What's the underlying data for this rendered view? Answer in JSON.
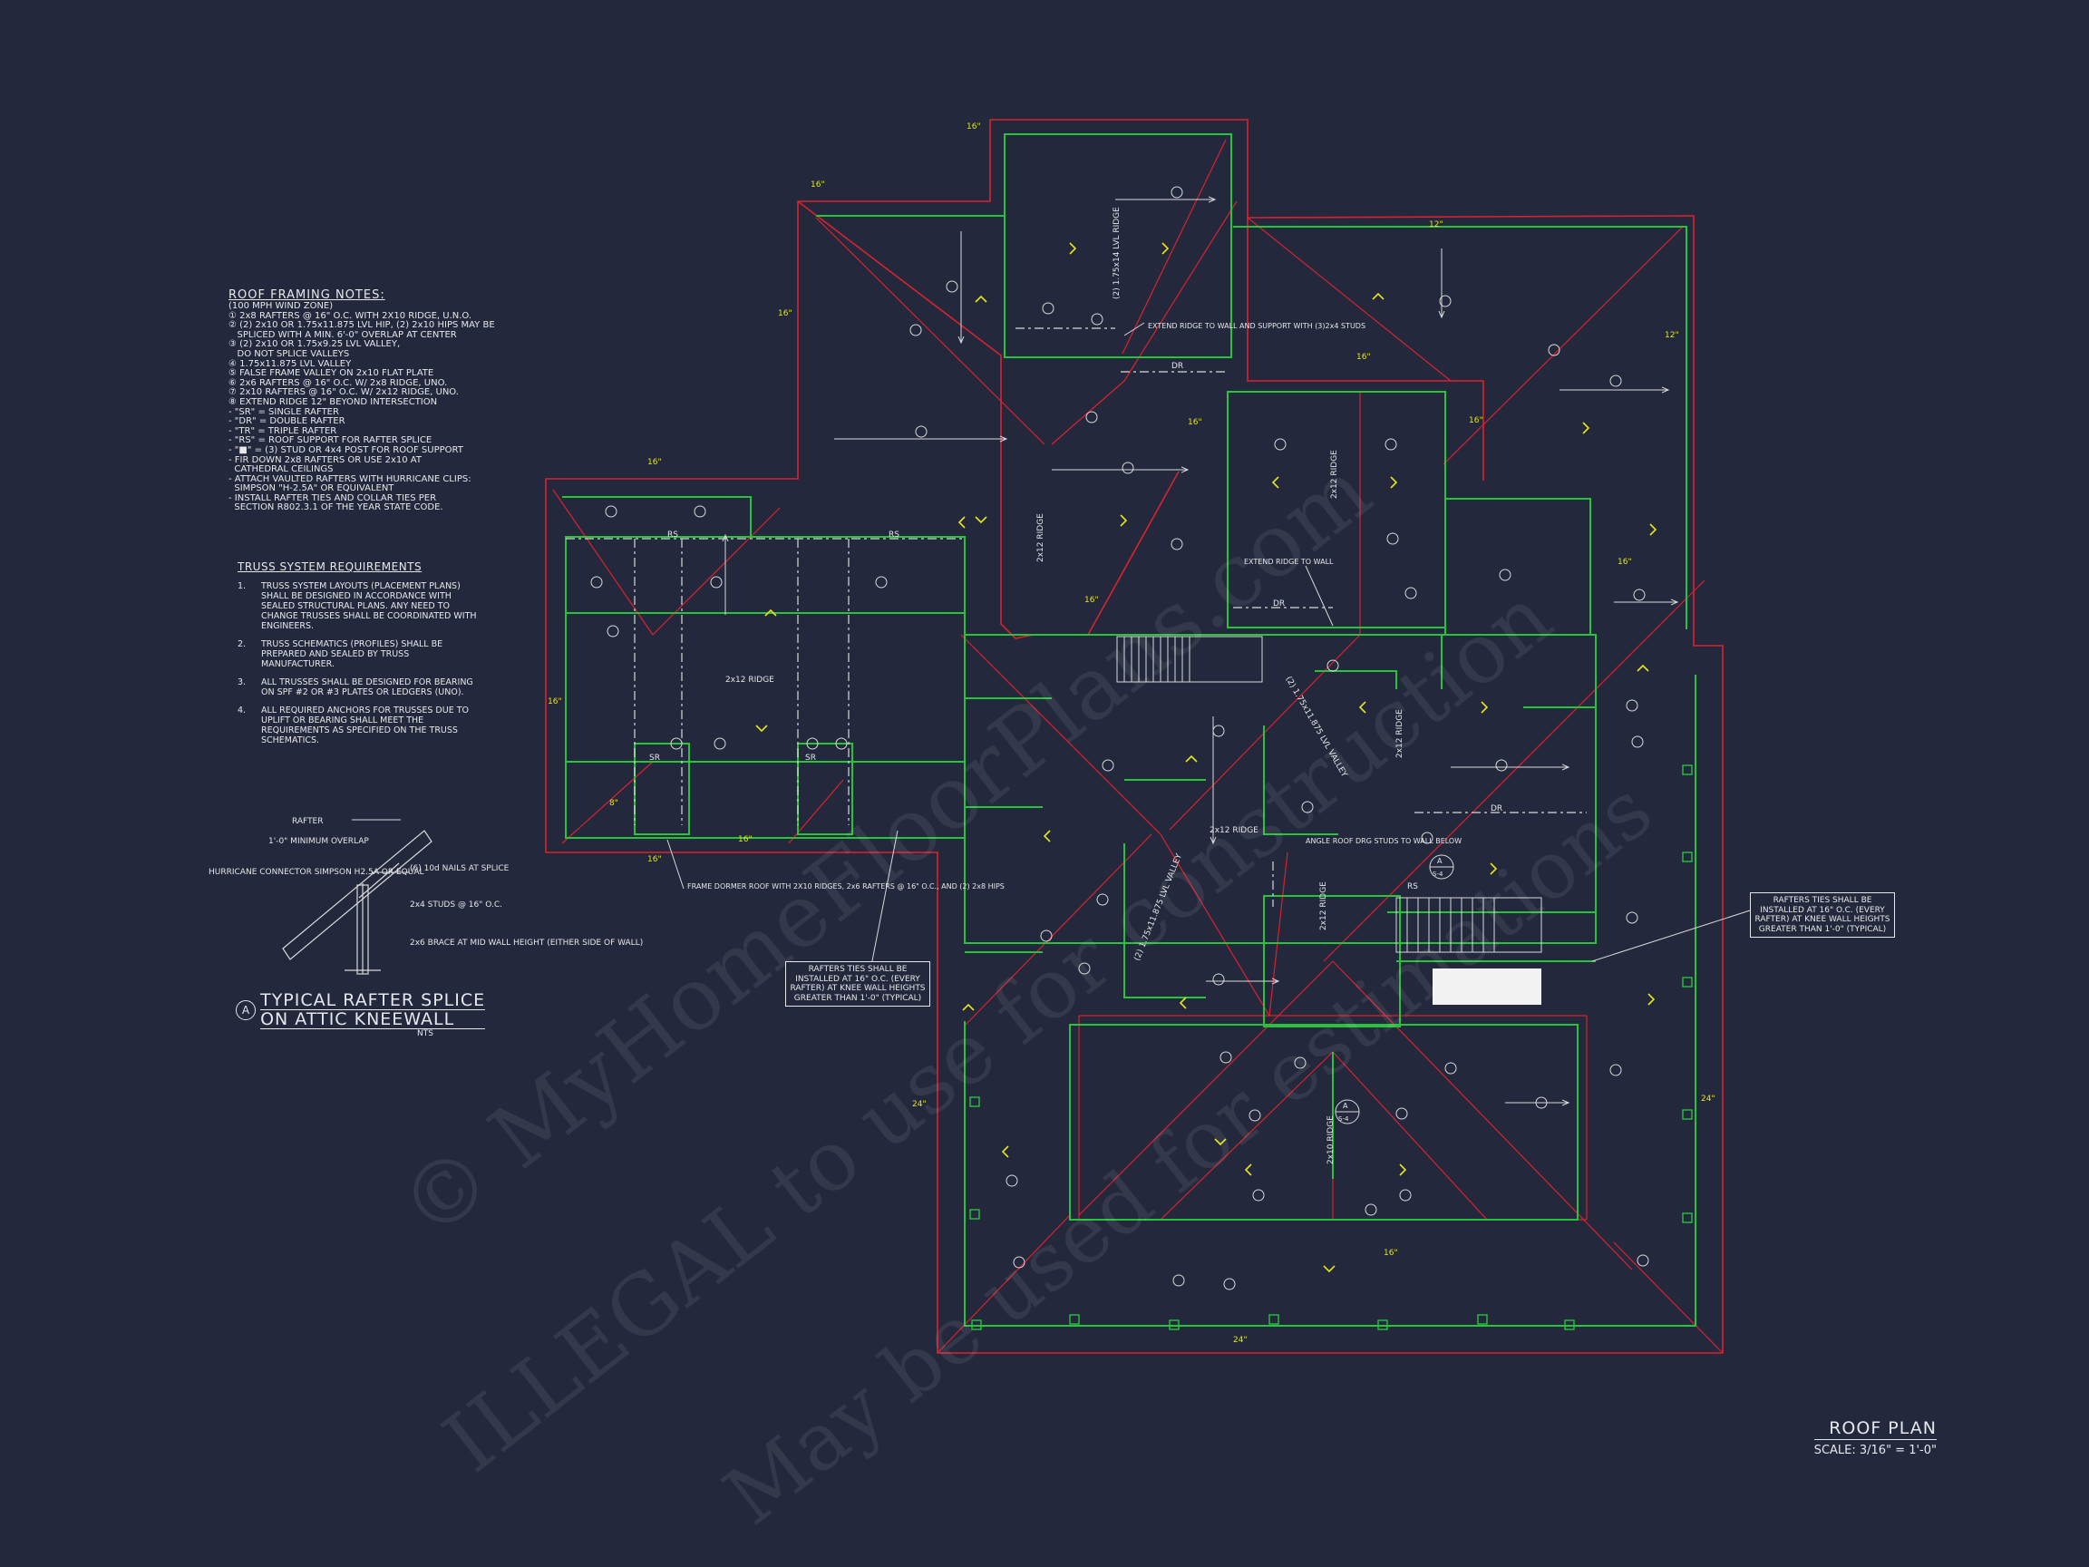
{
  "roof_framing_notes": {
    "title": "ROOF FRAMING NOTES:",
    "lines": [
      "(100 MPH WIND ZONE)",
      "① 2x8 RAFTERS @ 16\" O.C. WITH 2X10 RIDGE, U.N.O.",
      "② (2) 2x10 OR 1.75x11.875 LVL HIP, (2) 2x10 HIPS MAY BE",
      "   SPLICED WITH A MIN. 6'-0\" OVERLAP AT CENTER",
      "③ (2) 2x10 OR 1.75x9.25 LVL VALLEY,",
      "   DO NOT SPLICE VALLEYS",
      "④ 1.75x11.875 LVL VALLEY",
      "⑤ FALSE FRAME VALLEY ON 2x10 FLAT PLATE",
      "⑥ 2x6 RAFTERS @ 16\" O.C. W/ 2x8 RIDGE, UNO.",
      "⑦ 2x10 RAFTERS @ 16\" O.C. W/ 2x12 RIDGE, UNO.",
      "⑧ EXTEND RIDGE 12\" BEYOND INTERSECTION",
      "- \"SR\" = SINGLE RAFTER",
      "- \"DR\" = DOUBLE RAFTER",
      "- \"TR\" = TRIPLE RAFTER",
      "- \"RS\" = ROOF SUPPORT FOR RAFTER SPLICE",
      "- \"■\" = (3) STUD OR 4x4 POST FOR ROOF SUPPORT",
      "- FIR DOWN 2x8 RAFTERS OR USE 2x10 AT",
      "  CATHEDRAL CEILINGS",
      "- ATTACH VAULTED RAFTERS WITH HURRICANE CLIPS:",
      "  SIMPSON \"H-2.5A\" OR EQUIVALENT",
      "- INSTALL RAFTER TIES AND COLLAR TIES PER",
      "  SECTION R802.3.1 OF THE YEAR STATE CODE."
    ]
  },
  "truss_requirements": {
    "title": "TRUSS SYSTEM REQUIREMENTS",
    "items": [
      {
        "num": "1.",
        "text": "TRUSS SYSTEM LAYOUTS (PLACEMENT PLANS) SHALL BE DESIGNED IN ACCORDANCE WITH SEALED STRUCTURAL PLANS. ANY NEED TO CHANGE TRUSSES SHALL BE COORDINATED WITH ENGINEERS."
      },
      {
        "num": "2.",
        "text": "TRUSS SCHEMATICS (PROFILES) SHALL BE PREPARED AND SEALED BY TRUSS MANUFACTURER."
      },
      {
        "num": "3.",
        "text": "ALL TRUSSES SHALL BE DESIGNED FOR BEARING ON SPF #2 OR #3 PLATES OR LEDGERS (UNO)."
      },
      {
        "num": "4.",
        "text": "ALL REQUIRED ANCHORS FOR TRUSSES DUE TO UPLIFT OR BEARING SHALL MEET THE REQUIREMENTS AS SPECIFIED ON THE TRUSS SCHEMATICS."
      }
    ]
  },
  "splice_detail": {
    "labels": {
      "rafter": "RAFTER",
      "overlap": "1'-0\" MINIMUM OVERLAP",
      "connector": "HURRICANE CONNECTOR SIMPSON H2.5A OR EQUAL",
      "nails": "(6) 10d NAILS AT SPLICE",
      "studs": "2x4 STUDS @ 16\" O.C.",
      "brace": "2x6 BRACE AT MID WALL HEIGHT (EITHER SIDE OF WALL)"
    },
    "tag": "A",
    "title_line1": "TYPICAL RAFTER SPLICE",
    "title_line2": "ON ATTIC KNEEWALL",
    "scale": "NTS"
  },
  "plan_labels": {
    "ridge_2x12": "2x12 RIDGE",
    "ridge_2x10": "2x10 RIDGE",
    "ridge_2x12_short": "2x12 RIDGE",
    "lvl_ridge": "(2) 1.75x14 LVL RIDGE",
    "lvl_valley_1": "(2) 1.75x11.875 LVL VALLEY",
    "lvl_valley_2": "(2) 1.75x11.875 LVL VALLEY",
    "extend_ridge_support": "EXTEND RIDGE TO WALL AND SUPPORT WITH (3)2x4 STUDS",
    "extend_ridge_wall": "EXTEND RIDGE TO WALL",
    "angle_roof": "ANGLE ROOF DRG STUDS TO WALL BELOW",
    "dormer_note": "FRAME DORMER ROOF WITH 2X10 RIDGES, 2x6 RAFTERS @ 16\" O.C., AND (2) 2x8 HIPS",
    "dr": "DR",
    "rs": "RS",
    "sr": "SR",
    "overhang_16": "16\"",
    "overhang_12": "12\"",
    "overhang_24": "24\"",
    "overhang_8": "8\"",
    "section_tag": "A",
    "section_sheet": "S-4"
  },
  "callouts": {
    "left": "RAFTERS TIES SHALL BE INSTALLED AT 16\" O.C. (EVERY RAFTER) AT KNEE WALL HEIGHTS GREATER THAN 1'-0\" (TYPICAL)",
    "right": "RAFTERS TIES SHALL BE INSTALLED AT 16\" O.C. (EVERY RAFTER) AT KNEE WALL HEIGHTS GREATER THAN 1'-0\" (TYPICAL)"
  },
  "sheet": {
    "title": "ROOF PLAN",
    "scale": "SCALE: 3/16\" = 1'-0\""
  },
  "watermark": {
    "line1": "© MyHomeFloorPlans.com",
    "line2": "ILLEGAL to use for construction",
    "line3": "May be used for estimations"
  },
  "colors": {
    "background": "#23283d",
    "roof_outline": "#d8232f",
    "wall": "#25c43a",
    "text": "#e6e6e6",
    "arrow": "#e6e619"
  }
}
